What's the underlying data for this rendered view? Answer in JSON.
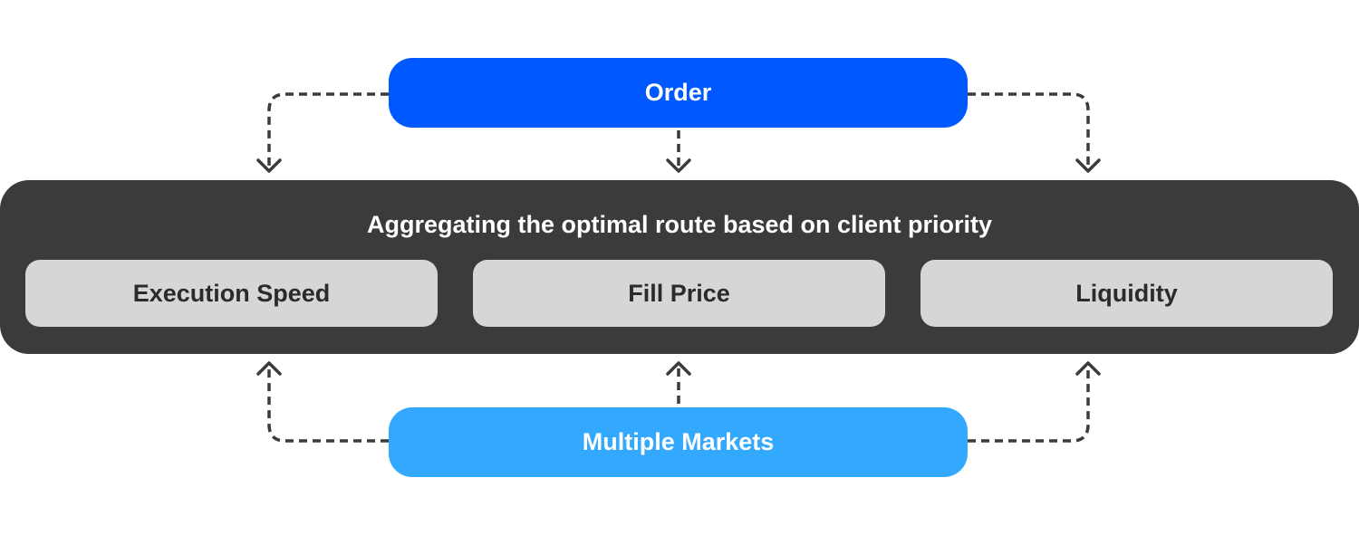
{
  "diagram": {
    "source_top": {
      "label": "Order",
      "color": "#0059ff"
    },
    "aggregator": {
      "title": "Aggregating the optimal route based on client priority",
      "color": "#3b3b3b",
      "criteria": [
        {
          "label": "Execution Speed"
        },
        {
          "label": "Fill Price"
        },
        {
          "label": "Liquidity"
        }
      ]
    },
    "source_bottom": {
      "label": "Multiple Markets",
      "color": "#33a8ff"
    },
    "connectors": {
      "style": "dashed",
      "color": "#3b3b3b",
      "edges": [
        {
          "from": "Order",
          "to": "Aggregator",
          "position": "left"
        },
        {
          "from": "Order",
          "to": "Aggregator",
          "position": "center"
        },
        {
          "from": "Order",
          "to": "Aggregator",
          "position": "right"
        },
        {
          "from": "Multiple Markets",
          "to": "Aggregator",
          "position": "left"
        },
        {
          "from": "Multiple Markets",
          "to": "Aggregator",
          "position": "center"
        },
        {
          "from": "Multiple Markets",
          "to": "Aggregator",
          "position": "right"
        }
      ]
    }
  }
}
